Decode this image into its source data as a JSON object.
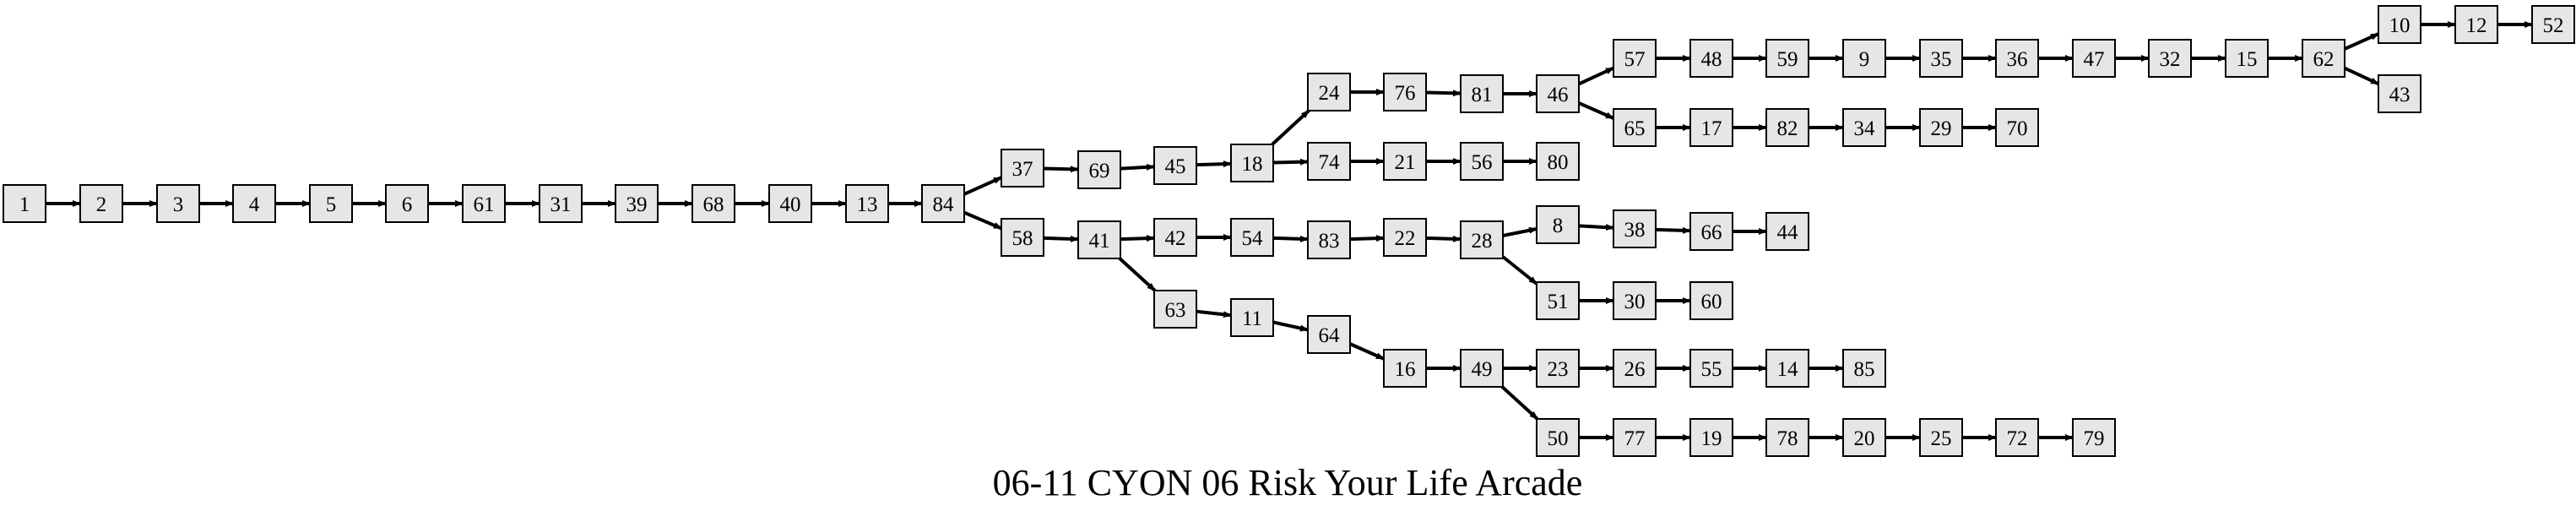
{
  "title": "06-11 CYON 06 Risk Your Life Arcade",
  "colors": {
    "node_fill": "#e6e6e6",
    "stroke": "#000000"
  },
  "nodes": [
    "1",
    "2",
    "3",
    "4",
    "5",
    "6",
    "61",
    "31",
    "39",
    "68",
    "40",
    "13",
    "84",
    "37",
    "69",
    "45",
    "18",
    "24",
    "76",
    "81",
    "46",
    "57",
    "48",
    "59",
    "9",
    "35",
    "36",
    "47",
    "32",
    "15",
    "62",
    "10",
    "12",
    "52",
    "43",
    "65",
    "17",
    "82",
    "34",
    "29",
    "70",
    "74",
    "21",
    "56",
    "80",
    "58",
    "41",
    "42",
    "54",
    "83",
    "22",
    "28",
    "8",
    "38",
    "66",
    "44",
    "51",
    "30",
    "60",
    "63",
    "11",
    "64",
    "16",
    "49",
    "23",
    "26",
    "55",
    "14",
    "85",
    "50",
    "77",
    "19",
    "78",
    "20",
    "25",
    "72",
    "79"
  ],
  "edges": [
    [
      "1",
      "2"
    ],
    [
      "2",
      "3"
    ],
    [
      "3",
      "4"
    ],
    [
      "4",
      "5"
    ],
    [
      "5",
      "6"
    ],
    [
      "6",
      "61"
    ],
    [
      "61",
      "31"
    ],
    [
      "31",
      "39"
    ],
    [
      "39",
      "68"
    ],
    [
      "68",
      "40"
    ],
    [
      "40",
      "13"
    ],
    [
      "13",
      "84"
    ],
    [
      "84",
      "37"
    ],
    [
      "84",
      "58"
    ],
    [
      "37",
      "69"
    ],
    [
      "69",
      "45"
    ],
    [
      "45",
      "18"
    ],
    [
      "18",
      "24"
    ],
    [
      "18",
      "74"
    ],
    [
      "24",
      "76"
    ],
    [
      "76",
      "81"
    ],
    [
      "81",
      "46"
    ],
    [
      "46",
      "57"
    ],
    [
      "46",
      "65"
    ],
    [
      "57",
      "48"
    ],
    [
      "48",
      "59"
    ],
    [
      "59",
      "9"
    ],
    [
      "9",
      "35"
    ],
    [
      "35",
      "36"
    ],
    [
      "36",
      "47"
    ],
    [
      "47",
      "32"
    ],
    [
      "32",
      "15"
    ],
    [
      "15",
      "62"
    ],
    [
      "62",
      "10"
    ],
    [
      "62",
      "43"
    ],
    [
      "10",
      "12"
    ],
    [
      "12",
      "52"
    ],
    [
      "65",
      "17"
    ],
    [
      "17",
      "82"
    ],
    [
      "82",
      "34"
    ],
    [
      "34",
      "29"
    ],
    [
      "29",
      "70"
    ],
    [
      "74",
      "21"
    ],
    [
      "21",
      "56"
    ],
    [
      "56",
      "80"
    ],
    [
      "58",
      "41"
    ],
    [
      "41",
      "42"
    ],
    [
      "41",
      "63"
    ],
    [
      "42",
      "54"
    ],
    [
      "54",
      "83"
    ],
    [
      "83",
      "22"
    ],
    [
      "22",
      "28"
    ],
    [
      "28",
      "8"
    ],
    [
      "28",
      "51"
    ],
    [
      "8",
      "38"
    ],
    [
      "38",
      "66"
    ],
    [
      "66",
      "44"
    ],
    [
      "51",
      "30"
    ],
    [
      "30",
      "60"
    ],
    [
      "63",
      "11"
    ],
    [
      "11",
      "64"
    ],
    [
      "64",
      "16"
    ],
    [
      "16",
      "49"
    ],
    [
      "49",
      "23"
    ],
    [
      "49",
      "50"
    ],
    [
      "23",
      "26"
    ],
    [
      "26",
      "55"
    ],
    [
      "55",
      "14"
    ],
    [
      "14",
      "85"
    ],
    [
      "50",
      "77"
    ],
    [
      "77",
      "19"
    ],
    [
      "19",
      "78"
    ],
    [
      "78",
      "20"
    ],
    [
      "20",
      "25"
    ],
    [
      "25",
      "72"
    ],
    [
      "72",
      "79"
    ]
  ]
}
